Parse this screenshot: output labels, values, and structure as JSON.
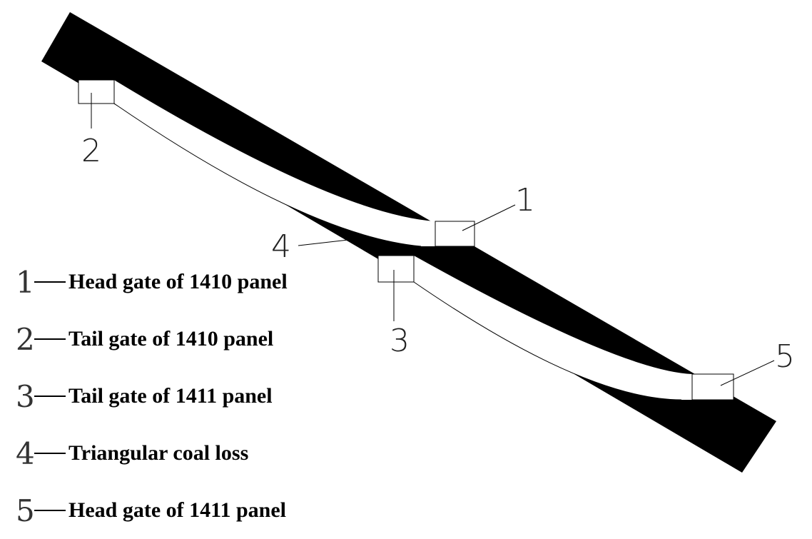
{
  "diagram": {
    "colors": {
      "coal": "#000000",
      "roadway": "#ffffff",
      "line": "#000000",
      "text": "#222222"
    },
    "callouts": [
      {
        "id": "1",
        "label": "1"
      },
      {
        "id": "2",
        "label": "2"
      },
      {
        "id": "3",
        "label": "3"
      },
      {
        "id": "4",
        "label": "4"
      },
      {
        "id": "5",
        "label": "5"
      }
    ]
  },
  "legend": {
    "items": [
      {
        "num": "1",
        "text": "Head gate of 1410 panel"
      },
      {
        "num": "2",
        "text": "Tail gate of 1410 panel"
      },
      {
        "num": "3",
        "text": "Tail gate of 1411 panel"
      },
      {
        "num": "4",
        "text": "Triangular coal loss"
      },
      {
        "num": "5",
        "text": "Head gate of 1411 panel"
      }
    ]
  }
}
